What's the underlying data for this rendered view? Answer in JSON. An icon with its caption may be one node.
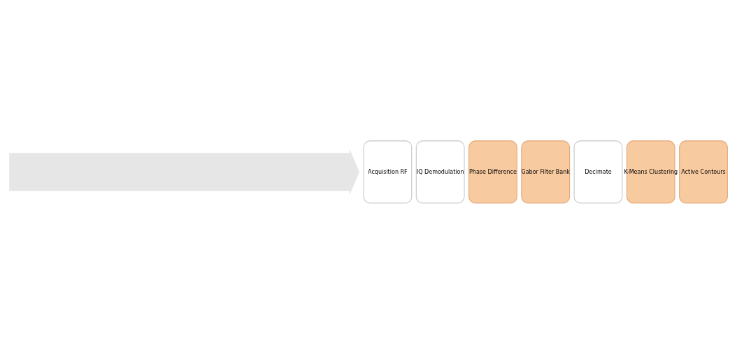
{
  "diagram": {
    "nodes": [
      {
        "text": [],
        "shape": "arrow"
      },
      {
        "text": [
          "Acquisition RF"
        ]
      },
      {
        "text": [
          "IQ Demodulation"
        ]
      },
      {
        "text": [
          "Phase Difference"
        ]
      },
      {
        "text": [
          "Gabor Filter Bank"
        ]
      },
      {
        "text": [
          "Decimate"
        ]
      },
      {
        "text": [
          "K-Means Clustering"
        ]
      },
      {
        "text": [
          "Active Contours"
        ]
      }
    ]
  }
}
